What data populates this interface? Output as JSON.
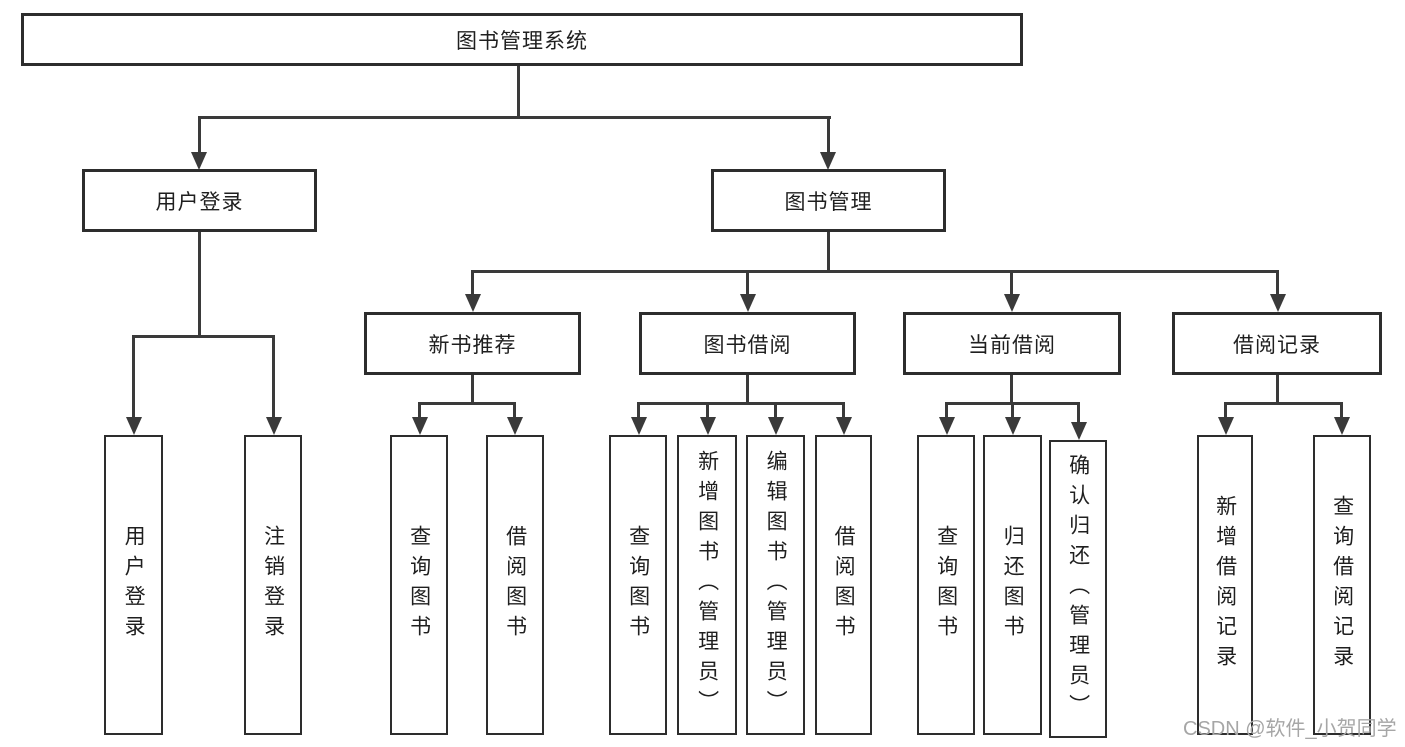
{
  "tree": {
    "label": "图书管理系统",
    "children": [
      {
        "label": "用户登录",
        "children": [
          {
            "label": "用户登录"
          },
          {
            "label": "注销登录"
          }
        ]
      },
      {
        "label": "图书管理",
        "children": [
          {
            "label": "新书推荐",
            "children": [
              {
                "label": "查询图书"
              },
              {
                "label": "借阅图书"
              }
            ]
          },
          {
            "label": "图书借阅",
            "children": [
              {
                "label": "查询图书"
              },
              {
                "label": "新增图书（管理员）"
              },
              {
                "label": "编辑图书（管理员）"
              },
              {
                "label": "借阅图书"
              }
            ]
          },
          {
            "label": "当前借阅",
            "children": [
              {
                "label": "查询图书"
              },
              {
                "label": "归还图书"
              },
              {
                "label": "确认归还（管理员）"
              }
            ]
          },
          {
            "label": "借阅记录",
            "children": [
              {
                "label": "新增借阅记录"
              },
              {
                "label": "查询借阅记录"
              }
            ]
          }
        ]
      }
    ]
  },
  "watermark": {
    "text": "CSDN @软件_小贺同学"
  },
  "colors": {
    "line": "#3a3a3a",
    "box_border": "#2d2d2d",
    "text": "#1f1f1f",
    "watermark": "#a6a6a6",
    "background": "#ffffff"
  }
}
